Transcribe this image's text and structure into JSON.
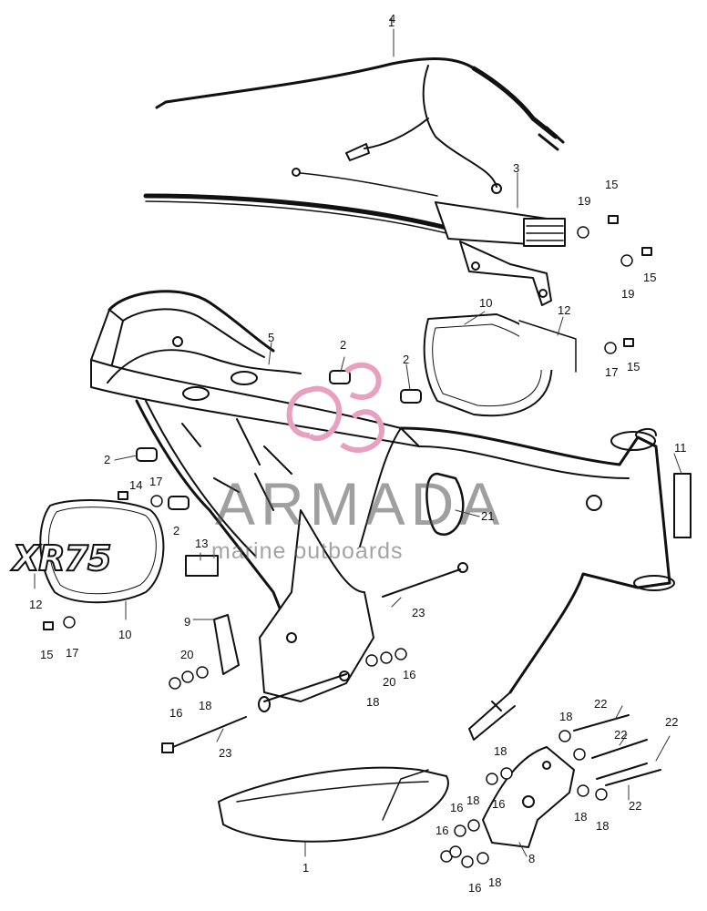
{
  "watermark": {
    "title": "ARMADA",
    "subtitle": "marine outboards",
    "logo_color": "#e8a0c0"
  },
  "decal_text": "XR75",
  "callouts": [
    "1",
    "2",
    "2",
    "2",
    "2",
    "3",
    "4",
    "5",
    "8",
    "9",
    "10",
    "10",
    "11",
    "12",
    "12",
    "13",
    "14",
    "15",
    "15",
    "15",
    "15",
    "16",
    "16",
    "16",
    "16",
    "16",
    "16",
    "17",
    "17",
    "17",
    "18",
    "18",
    "18",
    "18",
    "18",
    "18",
    "18",
    "18",
    "19",
    "19",
    "20",
    "20",
    "21",
    "22",
    "22",
    "22",
    "22",
    "23",
    "23"
  ]
}
